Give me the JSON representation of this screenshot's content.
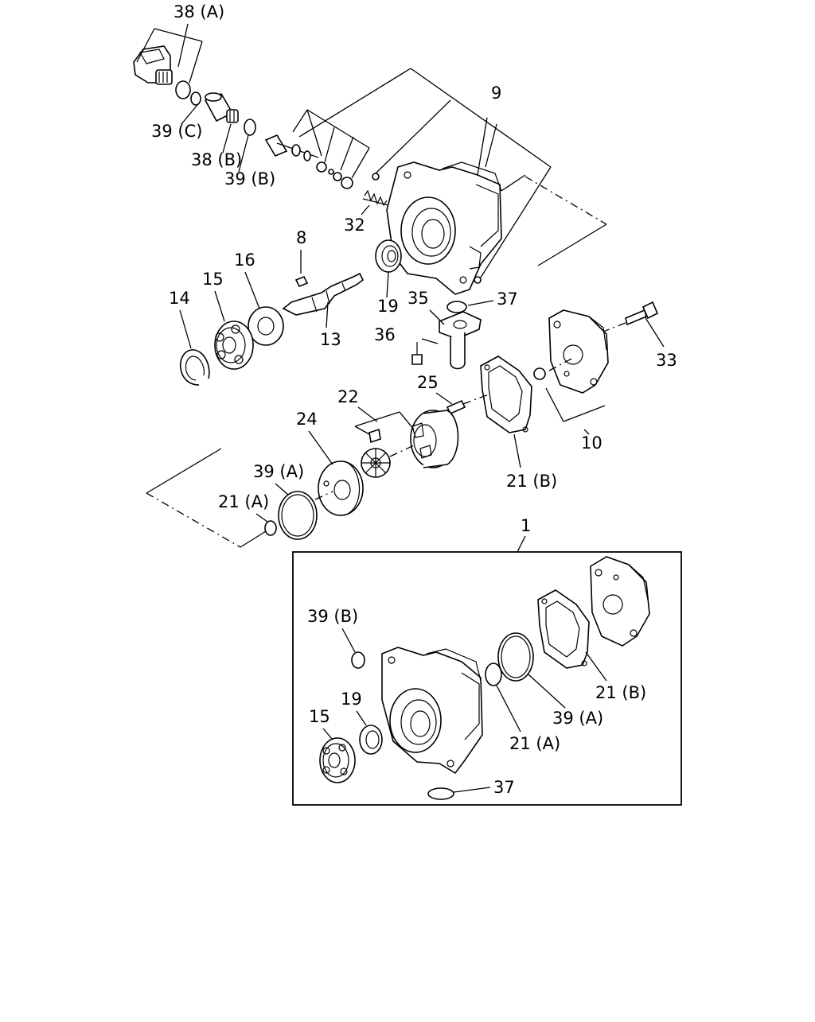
{
  "labels": {
    "l38a": "38 (A)",
    "l39c": "39 (C)",
    "l38b": "38 (B)",
    "l39b": "39 (B)",
    "l9": "9",
    "l32": "32",
    "l8": "8",
    "l16": "16",
    "l15": "15",
    "l14": "14",
    "l19": "19",
    "l13": "13",
    "l35": "35",
    "l37": "37",
    "l36": "36",
    "l33": "33",
    "l25": "25",
    "l22": "22",
    "l24": "24",
    "l10": "10",
    "l39a": "39 (A)",
    "l21a": "21 (A)",
    "l21b": "21 (B)",
    "l1": "1",
    "k39b": "39 (B)",
    "k19": "19",
    "k15": "15",
    "k21b": "21 (B)",
    "k39a": "39 (A)",
    "k21a": "21 (A)",
    "k37": "37"
  }
}
